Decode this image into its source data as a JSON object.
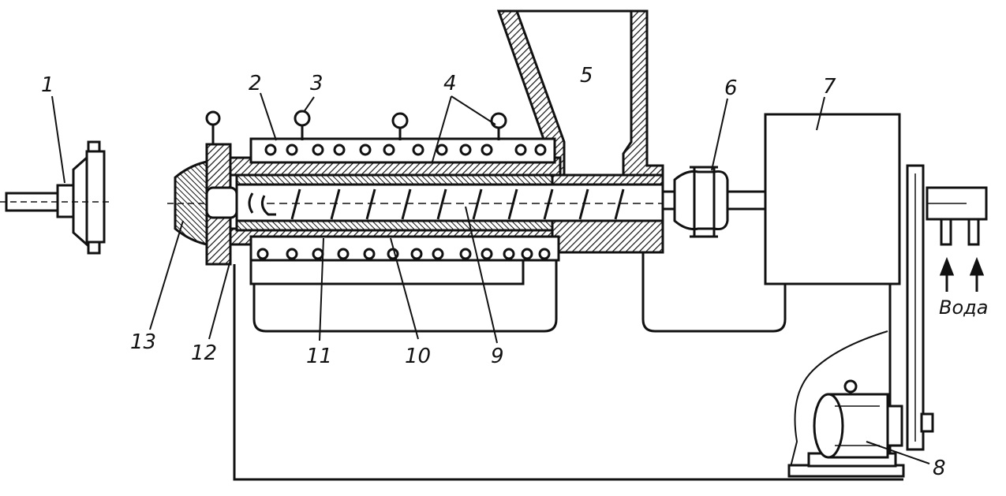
{
  "diagram": {
    "labels": {
      "n1": "1",
      "n2": "2",
      "n3": "3",
      "n4": "4",
      "n5": "5",
      "n6": "6",
      "n7": "7",
      "n8": "8",
      "n9": "9",
      "n10": "10",
      "n11": "11",
      "n12": "12",
      "n13": "13",
      "water": "Вода"
    },
    "ink_color": "#111111",
    "background_color": "#ffffff"
  }
}
